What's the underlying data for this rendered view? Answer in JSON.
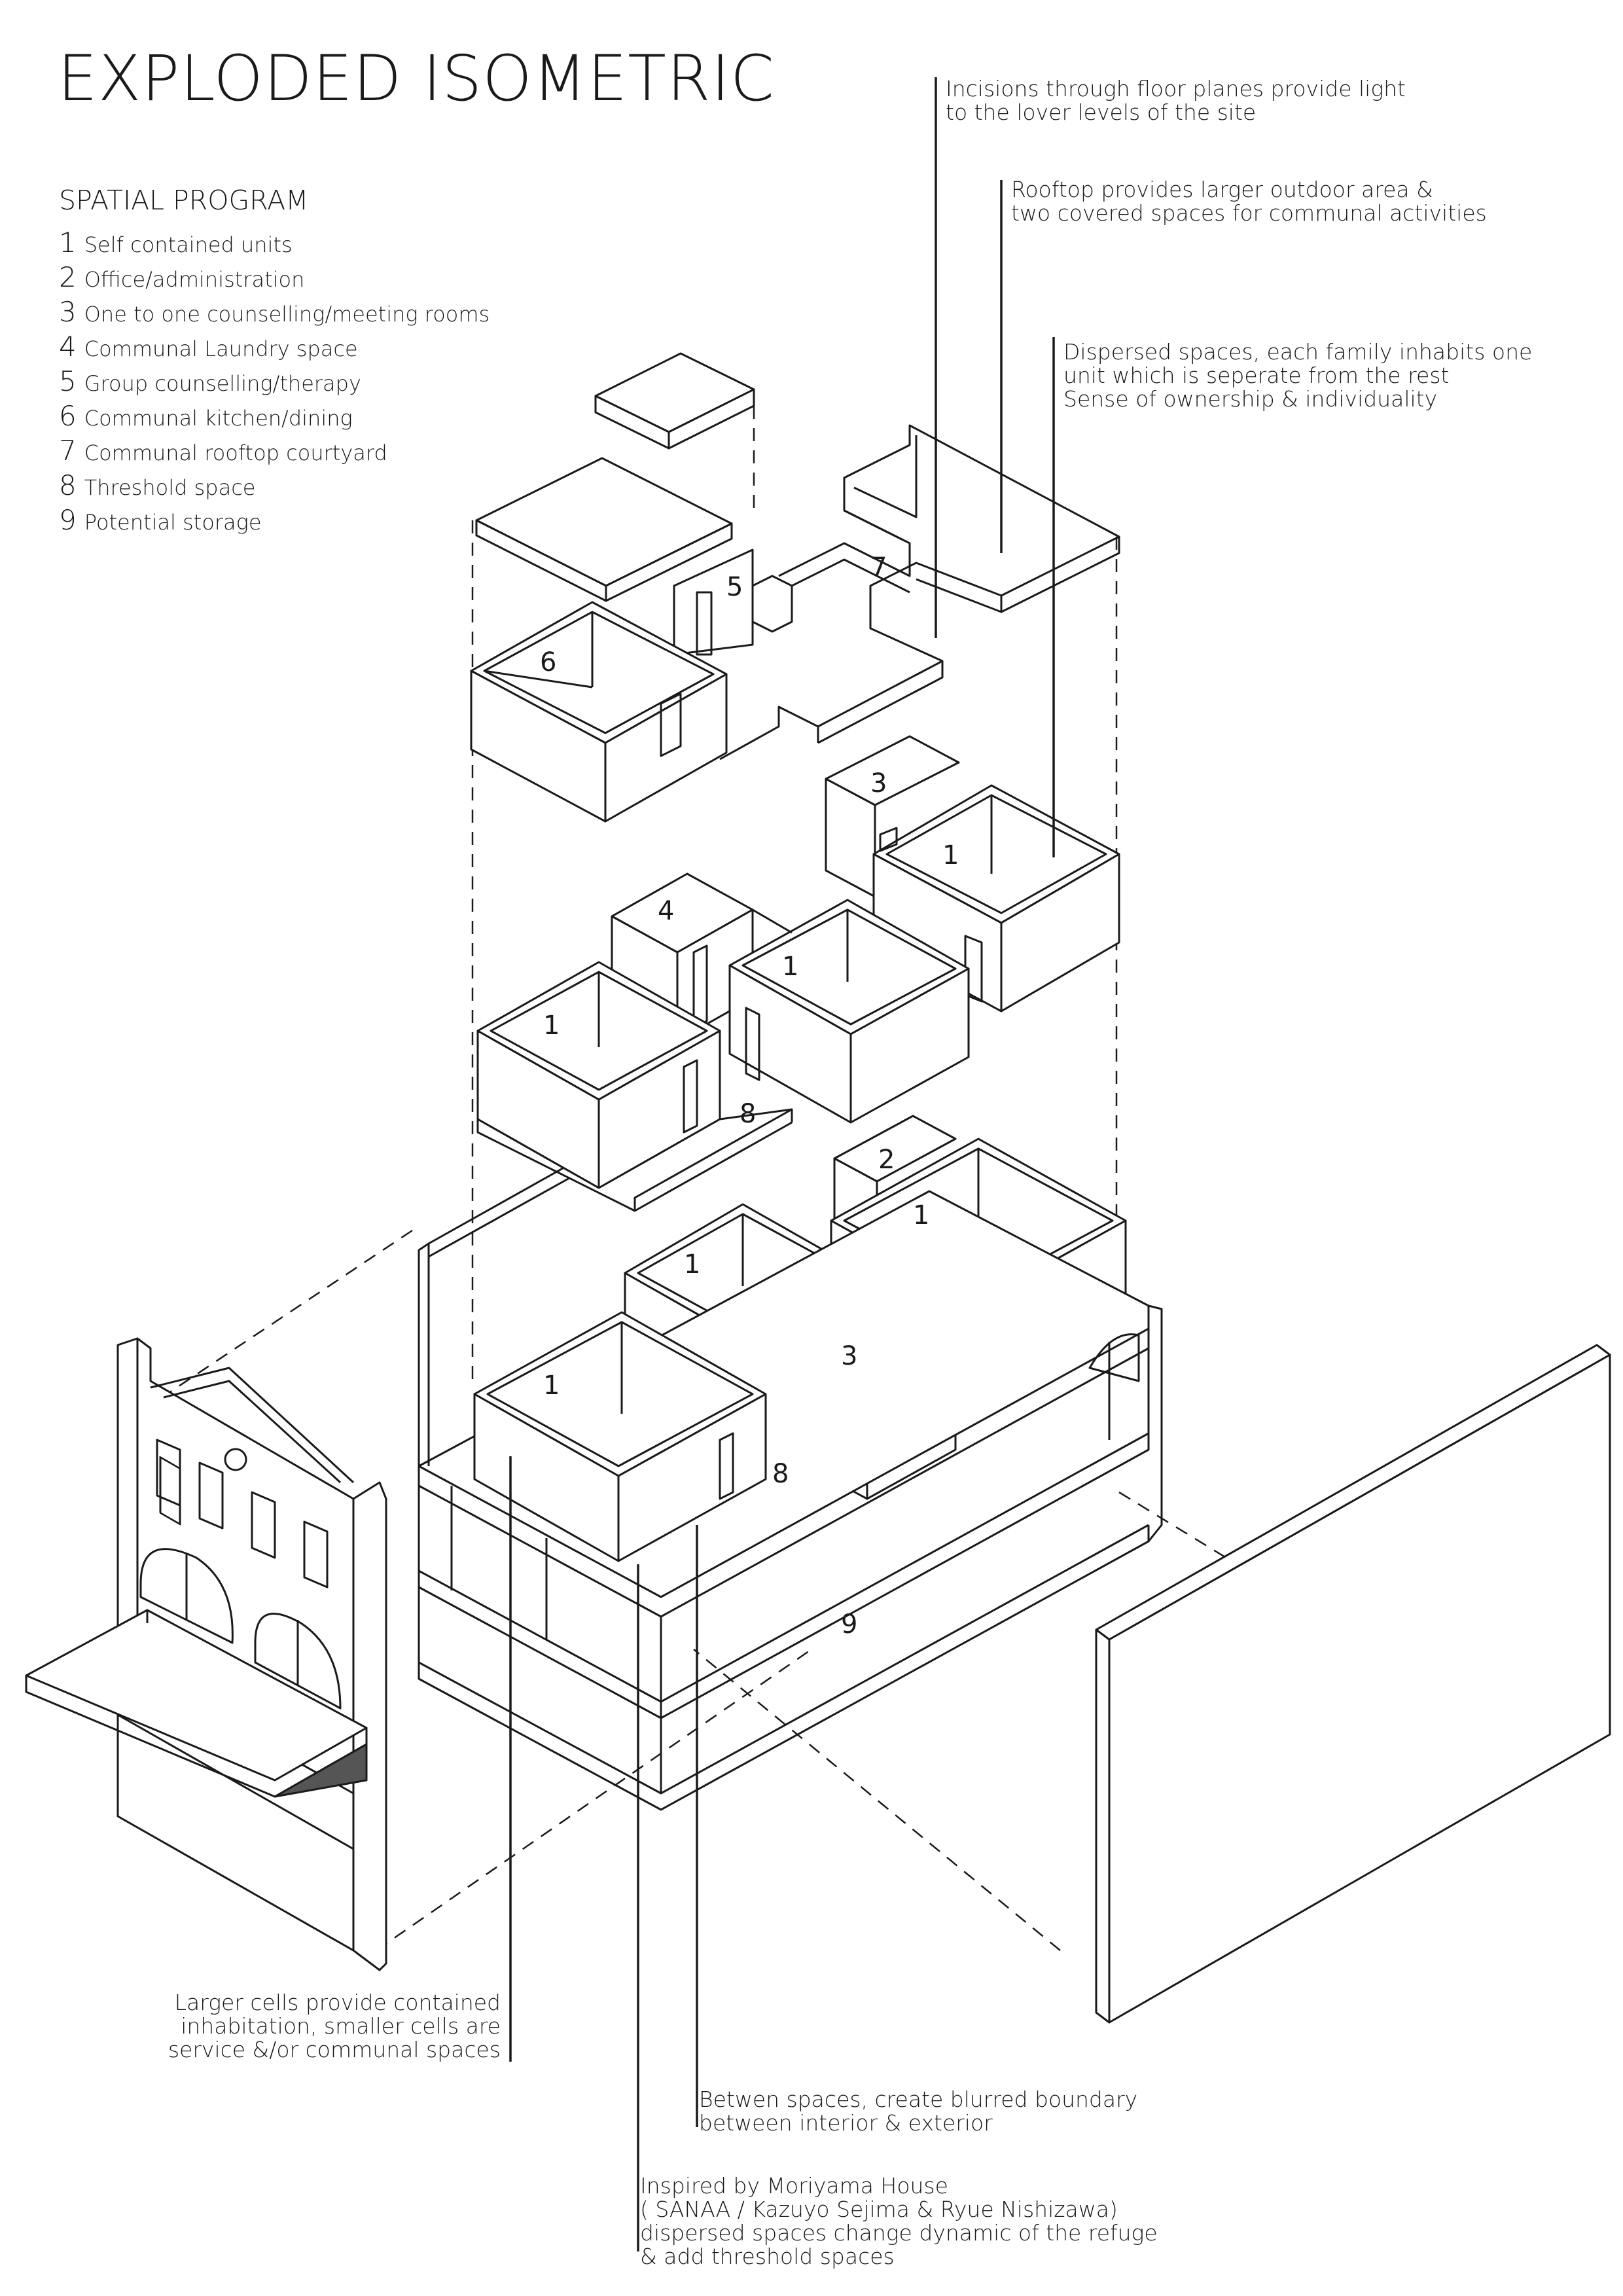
{
  "title": "EXPLODED ISOMETRIC",
  "program": {
    "heading": "SPATIAL PROGRAM",
    "items": [
      {
        "num": "1",
        "label": "Self contained units"
      },
      {
        "num": "2",
        "label": "Office/administration"
      },
      {
        "num": "3",
        "label": "One to one counselling/meeting rooms"
      },
      {
        "num": "4",
        "label": "Communal Laundry space"
      },
      {
        "num": "5",
        "label": "Group counselling/therapy"
      },
      {
        "num": "6",
        "label": "Communal kitchen/dining"
      },
      {
        "num": "7",
        "label": "Communal rooftop courtyard"
      },
      {
        "num": "8",
        "label": "Threshold space"
      },
      {
        "num": "9",
        "label": "Potential storage"
      }
    ]
  },
  "annotations": {
    "incisions": [
      "Incisions through floor planes provide light",
      "to the lover levels of the site"
    ],
    "rooftop": [
      "Rooftop provides larger outdoor area &",
      "two covered spaces for communal activities"
    ],
    "dispersed": [
      "Dispersed spaces, each family inhabits one",
      "unit which is seperate from the rest",
      "Sense of ownership & individuality"
    ],
    "larger_cells": [
      "Larger cells provide contained",
      "inhabitation, smaller cells are",
      "service &/or communal spaces"
    ],
    "between": [
      "Betwen spaces, create blurred boundary",
      "between interior & exterior"
    ],
    "moriyama": [
      "Inspired by Moriyama House",
      "( SANAA / Kazuyo Sejima & Ryue Nishizawa)",
      "dispersed spaces change dynamic of the refuge",
      "& add threshold spaces"
    ]
  },
  "diagram_labels": {
    "roof": {
      "five": "5",
      "six": "6",
      "seven": "7"
    },
    "upper": {
      "three": "3",
      "one_right": "1",
      "four": "4",
      "one_mid": "1",
      "one_left": "1",
      "eight": "8"
    },
    "ground": {
      "two": "2",
      "one_right": "1",
      "one_mid": "1",
      "three": "3",
      "one_left": "1",
      "eight": "8",
      "nine": "9"
    }
  }
}
